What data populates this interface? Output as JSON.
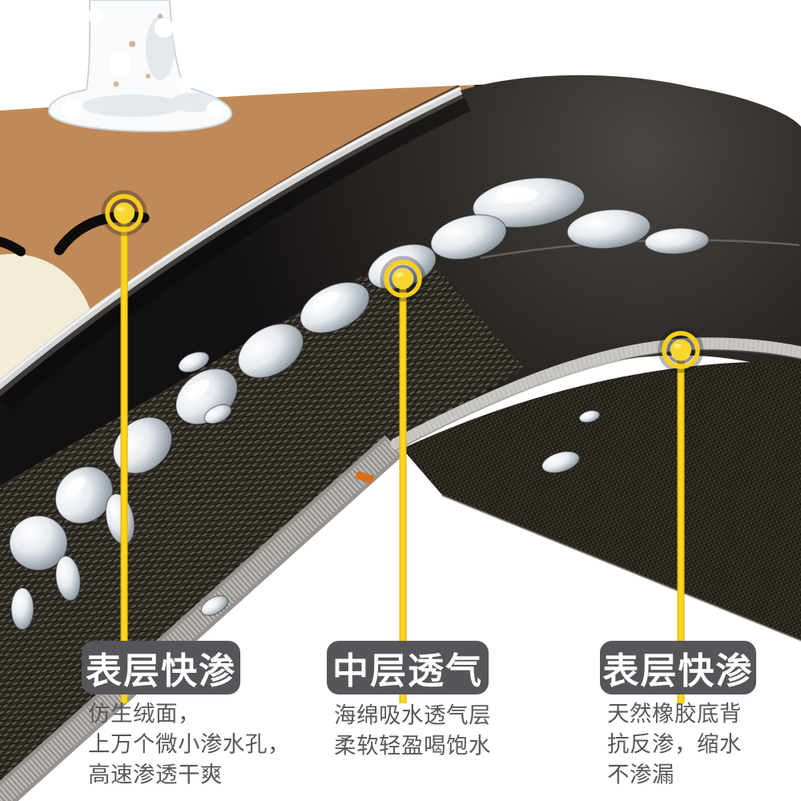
{
  "colors": {
    "background": "#ffffff",
    "mat_surface_tan": "#c08a58",
    "cartoon_cream": "#f2ecd9",
    "cartoon_line_black": "#0d0c0b",
    "accent_yellow": "#f7ce1b",
    "marker_inner_yellow": "#f9d62f",
    "heading_box_gray": "#565559",
    "heading_text_white": "#ffffff",
    "body_text_gray": "#595757",
    "silver_mat_edge": "#d2d2d2",
    "sponge_edge_gray": "#cac8c4",
    "rubber_base_dark": "#29251f",
    "orange_underlayer": "#dd6a14"
  },
  "callouts": [
    {
      "heading": "表层快渗",
      "body_lines": [
        "仿生绒面，",
        "上万个微小渗水孔，",
        "高速渗透干爽"
      ]
    },
    {
      "heading": "中层透气",
      "body_lines": [
        "海绵吸水透气层",
        "柔软轻盈喝饱水"
      ]
    },
    {
      "heading": "表层快渗",
      "body_lines": [
        "天然橡胶底背",
        "抗反渗，缩水",
        "不渗漏"
      ]
    }
  ]
}
